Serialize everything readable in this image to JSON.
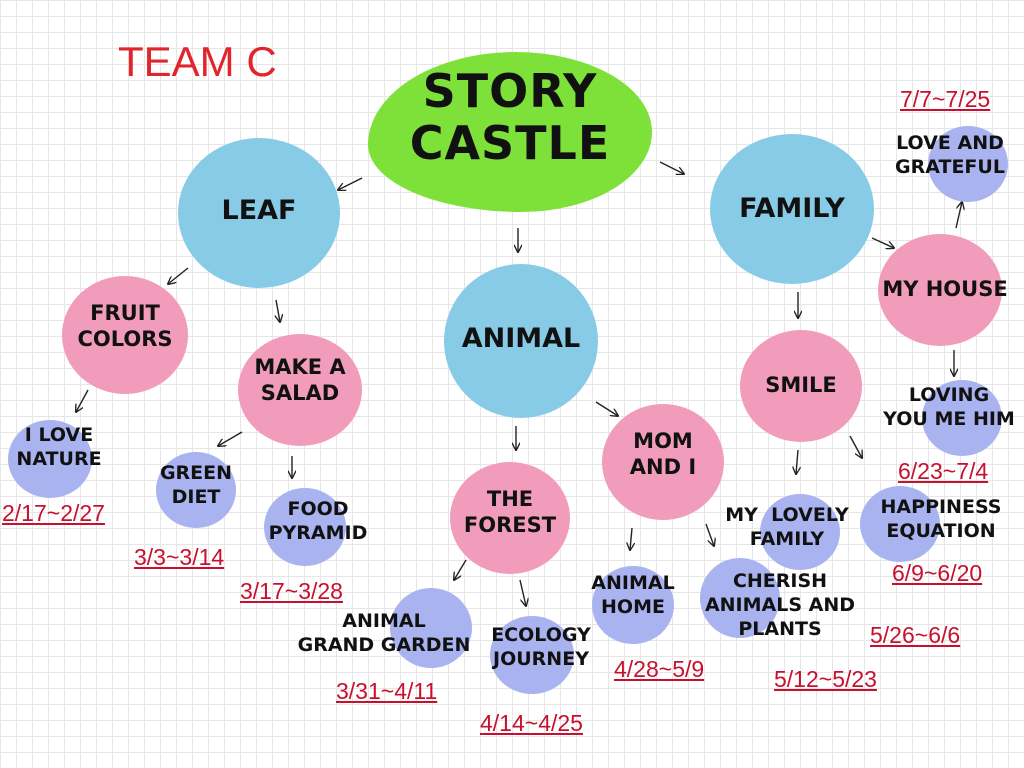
{
  "team": "TEAM C",
  "root": "STORY\nCASTLE",
  "colors": {
    "root": "#7ee13a",
    "blue": "#87cbe6",
    "pink": "#f29cbb",
    "lavender": "#a9b3f0",
    "date": "#c8102e",
    "team": "#e0262c"
  },
  "branches": {
    "leaf": "LEAF",
    "animal": "ANIMAL",
    "family": "FAMILY"
  },
  "topics": {
    "fruit_colors": "FRUIT\nCOLORS",
    "make_a_salad": "MAKE A\nSALAD",
    "the_forest": "THE\nFOREST",
    "mom_and_i": "MOM\nAND I",
    "smile": "SMILE",
    "my_house": "MY HOUSE"
  },
  "units": {
    "i_love_nature": {
      "label": "I LOVE\nNATURE",
      "date": "2/17~2/27"
    },
    "green_diet": {
      "label": "GREEN\nDIET",
      "date": "3/3~3/14"
    },
    "food_pyramid": {
      "label": "FOOD\nPYRAMID",
      "date": "3/17~3/28"
    },
    "animal_grand_garden": {
      "label": "ANIMAL\nGRAND GARDEN",
      "date": "3/31~4/11"
    },
    "ecology_journey": {
      "label": "ECOLOGY\nJOURNEY",
      "date": "4/14~4/25"
    },
    "animal_home": {
      "label": "ANIMAL\nHOME",
      "date": "4/28~5/9"
    },
    "cherish_animals_and_plants": {
      "label": "CHERISH\nANIMALS AND\nPLANTS",
      "date": "5/12~5/23"
    },
    "my_lovely_family": {
      "label": "MY  LOVELY\nFAMILY",
      "date": "5/26~6/6"
    },
    "happiness_equation": {
      "label": "HAPPINESS\nEQUATION",
      "date": "6/9~6/20"
    },
    "loving_you_me_him": {
      "label": "LOVING\nYOU ME HIM",
      "date": "6/23~7/4"
    },
    "love_and_grateful": {
      "label": "LOVE AND\nGRATEFUL",
      "date": "7/7~7/25"
    }
  }
}
